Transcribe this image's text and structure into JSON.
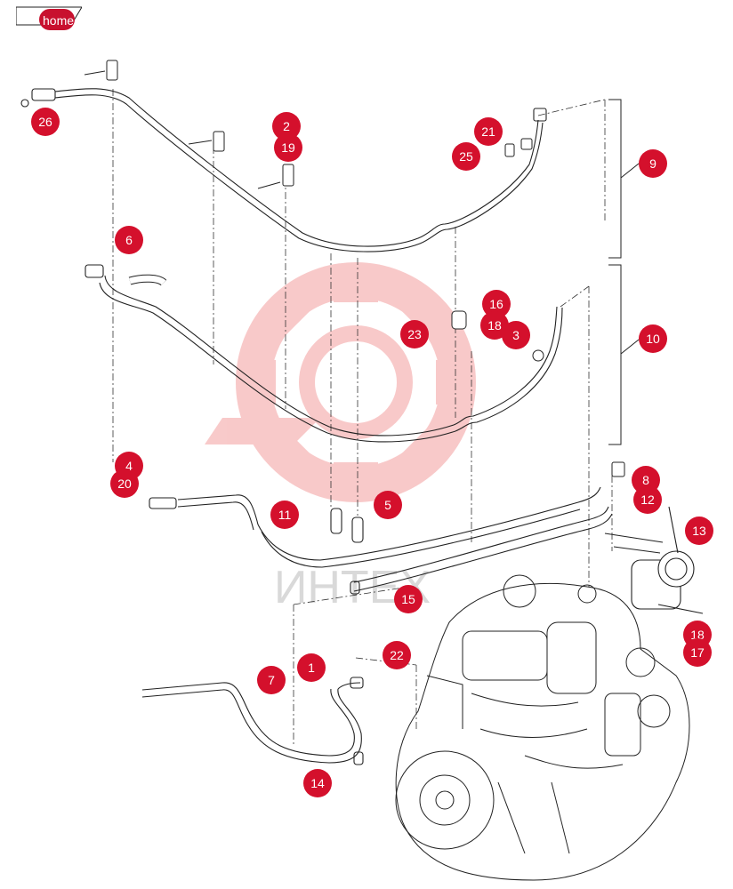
{
  "nav": {
    "home_label": "home"
  },
  "watermark": {
    "text": "ИНТЕХ"
  },
  "callouts": [
    {
      "label": "26"
    },
    {
      "label": "2"
    },
    {
      "label": "19"
    },
    {
      "label": "21"
    },
    {
      "label": "25"
    },
    {
      "label": "9"
    },
    {
      "label": "6"
    },
    {
      "label": "16"
    },
    {
      "label": "18"
    },
    {
      "label": "3"
    },
    {
      "label": "23"
    },
    {
      "label": "10"
    },
    {
      "label": "4"
    },
    {
      "label": "20"
    },
    {
      "label": "11"
    },
    {
      "label": "5"
    },
    {
      "label": "8"
    },
    {
      "label": "12"
    },
    {
      "label": "13"
    },
    {
      "label": "15"
    },
    {
      "label": "1"
    },
    {
      "label": "22"
    },
    {
      "label": "7"
    },
    {
      "label": "14"
    },
    {
      "label": "18"
    },
    {
      "label": "17"
    }
  ],
  "colors": {
    "marker": "#d4102c",
    "line": "#222222",
    "watermark": "#f3a5a5"
  }
}
